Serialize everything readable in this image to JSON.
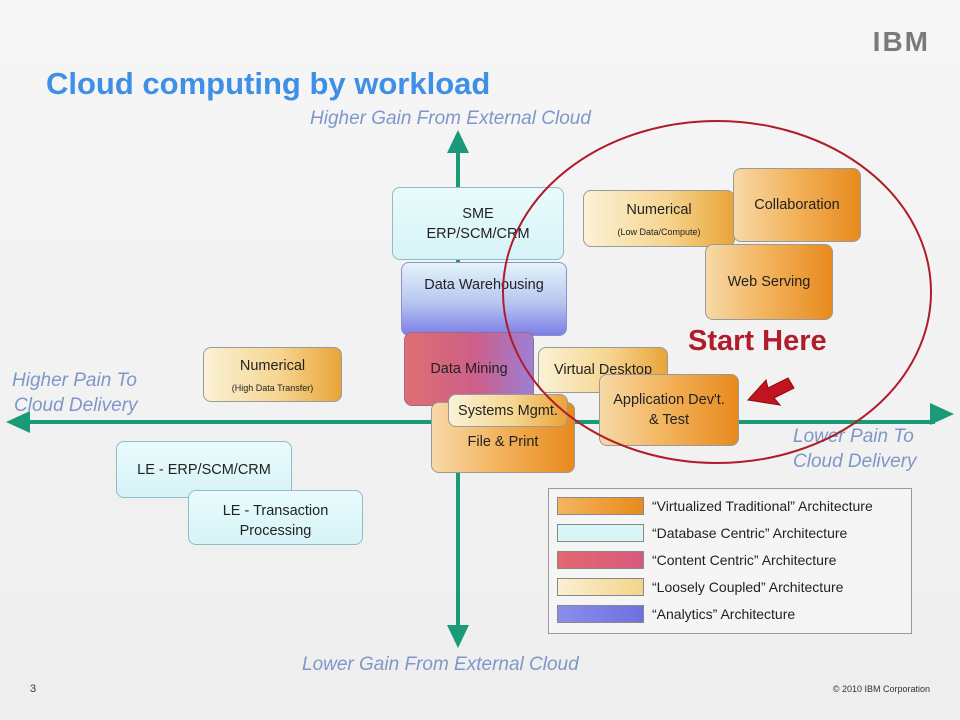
{
  "header": {
    "logo": "IBM",
    "title": "Cloud computing by workload"
  },
  "axes": {
    "top": "Higher Gain From External Cloud",
    "bottom": "Lower Gain From External Cloud",
    "left_line1": "Higher Pain To",
    "left_line2": "Cloud Delivery",
    "right_line1": "Lower Pain To",
    "right_line2": "Cloud Delivery"
  },
  "workloads": {
    "sme": {
      "line1": "SME",
      "line2": "ERP/SCM/CRM",
      "architecture": "Database Centric"
    },
    "data_warehousing": {
      "label": "Data Warehousing",
      "architecture": "Analytics"
    },
    "data_mining": {
      "label": "Data Mining",
      "architecture": "Content Centric"
    },
    "virtual_desktop": {
      "label": "Virtual Desktop",
      "architecture": "Loosely Coupled"
    },
    "systems_mgmt": {
      "label": "Systems Mgmt.",
      "architecture": "Loosely Coupled"
    },
    "file_print": {
      "label": "File & Print",
      "architecture": "Virtualized Traditional"
    },
    "numerical_low": {
      "label": "Numerical",
      "sub": "(Low Data/Compute)",
      "architecture": "Loosely Coupled"
    },
    "collaboration": {
      "label": "Collaboration",
      "architecture": "Virtualized Traditional"
    },
    "web_serving": {
      "label": "Web Serving",
      "architecture": "Virtualized Traditional"
    },
    "app_dev": {
      "line1": "Application Dev't.",
      "line2": "& Test",
      "architecture": "Virtualized Traditional"
    },
    "numerical_high": {
      "label": "Numerical",
      "sub": "(High Data Transfer)",
      "architecture": "Loosely Coupled"
    },
    "le_erp": {
      "label": "LE - ERP/SCM/CRM",
      "architecture": "Database Centric"
    },
    "le_tx": {
      "line1": "LE - Transaction",
      "line2": "Processing",
      "architecture": "Database Centric"
    }
  },
  "callout": {
    "label": "Start Here",
    "color": "#b01c2a"
  },
  "legend": [
    {
      "label": "“Virtualized Traditional” Architecture",
      "color": "#ee9a33"
    },
    {
      "label": "“Database Centric” Architecture",
      "color": "#d8f5f8"
    },
    {
      "label": "“Content Centric” Architecture",
      "color": "#e06a6e"
    },
    {
      "label": "“Loosely Coupled” Architecture",
      "color": "#f7dea0"
    },
    {
      "label": "“Analytics” Architecture",
      "color": "#7d80e6"
    }
  ],
  "footer": {
    "page": "3",
    "copyright": "© 2010 IBM Corporation"
  },
  "colors": {
    "title": "#3f8fe6",
    "axis": "#1a9a78",
    "axis_label": "#7f97c8",
    "highlight": "#b01c2a"
  }
}
